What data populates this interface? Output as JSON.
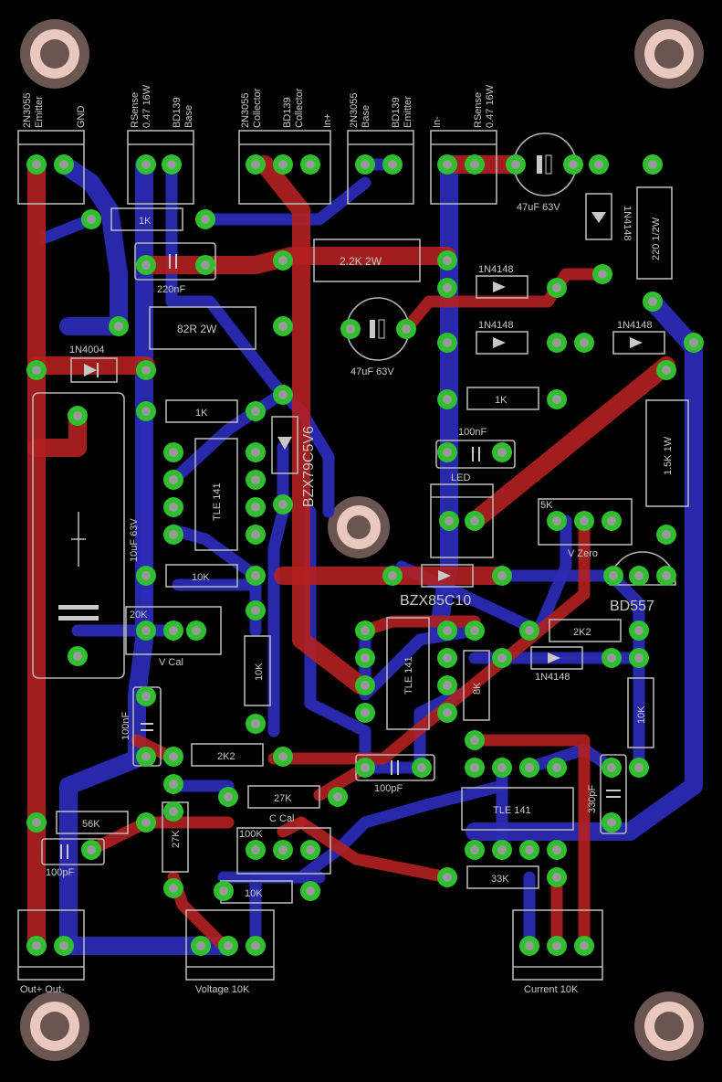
{
  "board": {
    "connectors": {
      "top_labels": [
        {
          "text": "2N3055",
          "sub": "Emitter"
        },
        {
          "text": "GND",
          "sub": ""
        },
        {
          "text": "RSense",
          "sub": "0.47 16W"
        },
        {
          "text": "BD139",
          "sub": "Base"
        },
        {
          "text": "2N3055",
          "sub": "Collector"
        },
        {
          "text": "BD139",
          "sub": "Collector"
        },
        {
          "text": "In+",
          "sub": ""
        },
        {
          "text": "2N3055",
          "sub": "Base"
        },
        {
          "text": "BD139",
          "sub": "Emitter"
        },
        {
          "text": "In-",
          "sub": ""
        },
        {
          "text": "RSense",
          "sub": "0.47 16W"
        }
      ],
      "bottom": {
        "out": "Out+ Out-",
        "voltage": "Voltage 10K",
        "current": "Current 10K"
      }
    },
    "components": {
      "r_1k_a": "1K",
      "cap_220nf": "220nF",
      "r_22k": "2.2K 2W",
      "r_82r": "82R 2W",
      "cap_47uf_a": "47uF 63V",
      "cap_47uf_b": "47uF 63V",
      "d_1n4004": "1N4004",
      "d_1n4148_a": "1N4148",
      "d_1n4148_b": "1N4148",
      "d_1n4148_c": "1N4148",
      "d_1n4148_d": "1N4148",
      "d_1n4148_e": "1N4148",
      "r_220": "220 1/2W",
      "r_1k_b": "1K",
      "r_1k_c": "1K",
      "zener_a": "BZX79C5V6",
      "ic_a": "TLE 141",
      "ic_b": "TLE 141",
      "ic_c": "TLE 141",
      "cap_10uf": "10uF 63V",
      "r_10k_a": "10K",
      "pot_vcal_val": "20K",
      "pot_vcal": "V Cal",
      "r_10k_b": "10K",
      "cap_100nf_a": "100nF",
      "cap_100nf_b": "100nF",
      "led": "LED",
      "r_15k": "1.5K 1W",
      "pot_vzero_val": "5K",
      "pot_vzero": "V Zero",
      "zener_b": "BZX85C10",
      "transistor": "BD557",
      "r_2k2_a": "2K2",
      "r_8k": "8K",
      "r_10k_c": "10K",
      "r_2k2_b": "2K2",
      "cap_100pf_a": "100pF",
      "r_27k_a": "27K",
      "pot_ccal": "C Cal",
      "cap_330pf": "330pF",
      "r_56k": "56K",
      "cap_100pf_b": "100pF",
      "r_27k_b": "27K",
      "pot_ccal_val": "100K",
      "r_10k_d": "10K",
      "r_33k": "33K"
    },
    "colors": {
      "background": "#000000",
      "top_copper": "#b42020",
      "bottom_copper": "#2a2ab4",
      "pad": "#2fbf2f",
      "silkscreen": "#c8c8c8",
      "mount_hole": "#d9b0a8"
    }
  }
}
